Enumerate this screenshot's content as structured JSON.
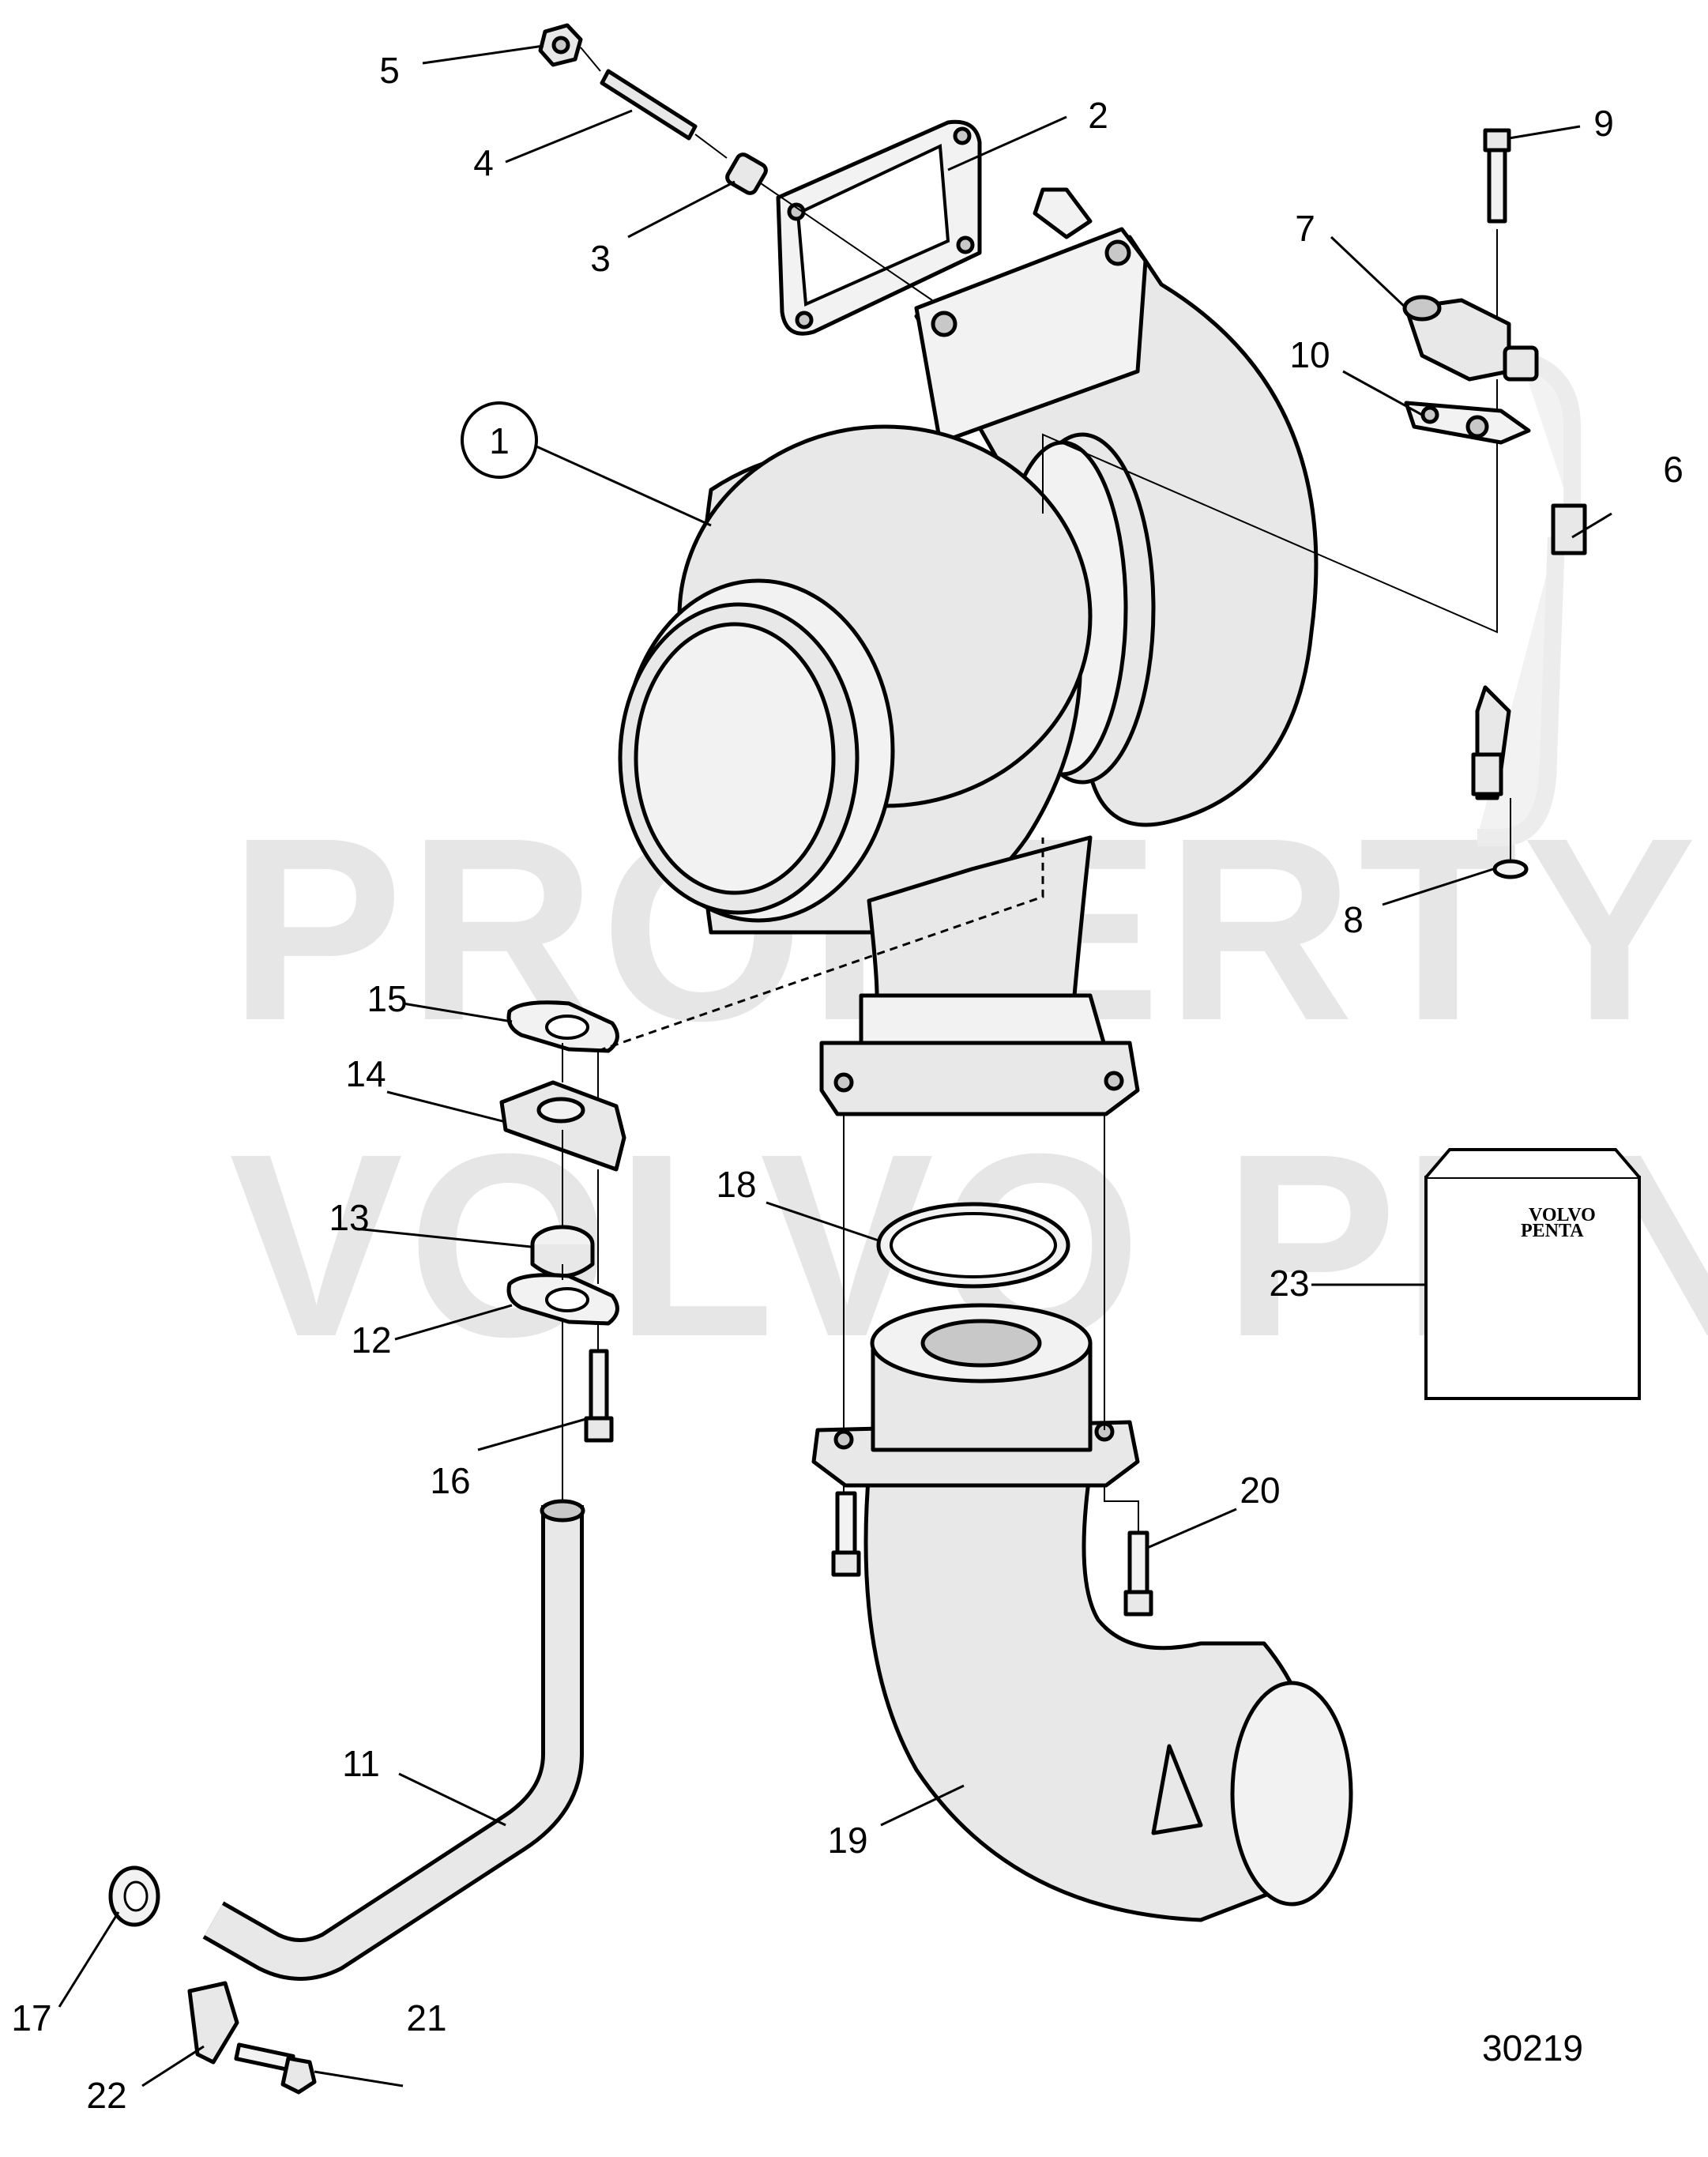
{
  "watermark": {
    "line1": "PROPERTY OF",
    "line2": "VOLVO PENTA"
  },
  "callouts": [
    "1",
    "2",
    "3",
    "4",
    "5",
    "6",
    "7",
    "8",
    "9",
    "10",
    "11",
    "12",
    "13",
    "14",
    "15",
    "16",
    "17",
    "18",
    "19",
    "20",
    "21",
    "22",
    "23"
  ],
  "kit_logo": {
    "line1": "VOLVO",
    "line2": "PENTA"
  },
  "drawing_number": "30219"
}
